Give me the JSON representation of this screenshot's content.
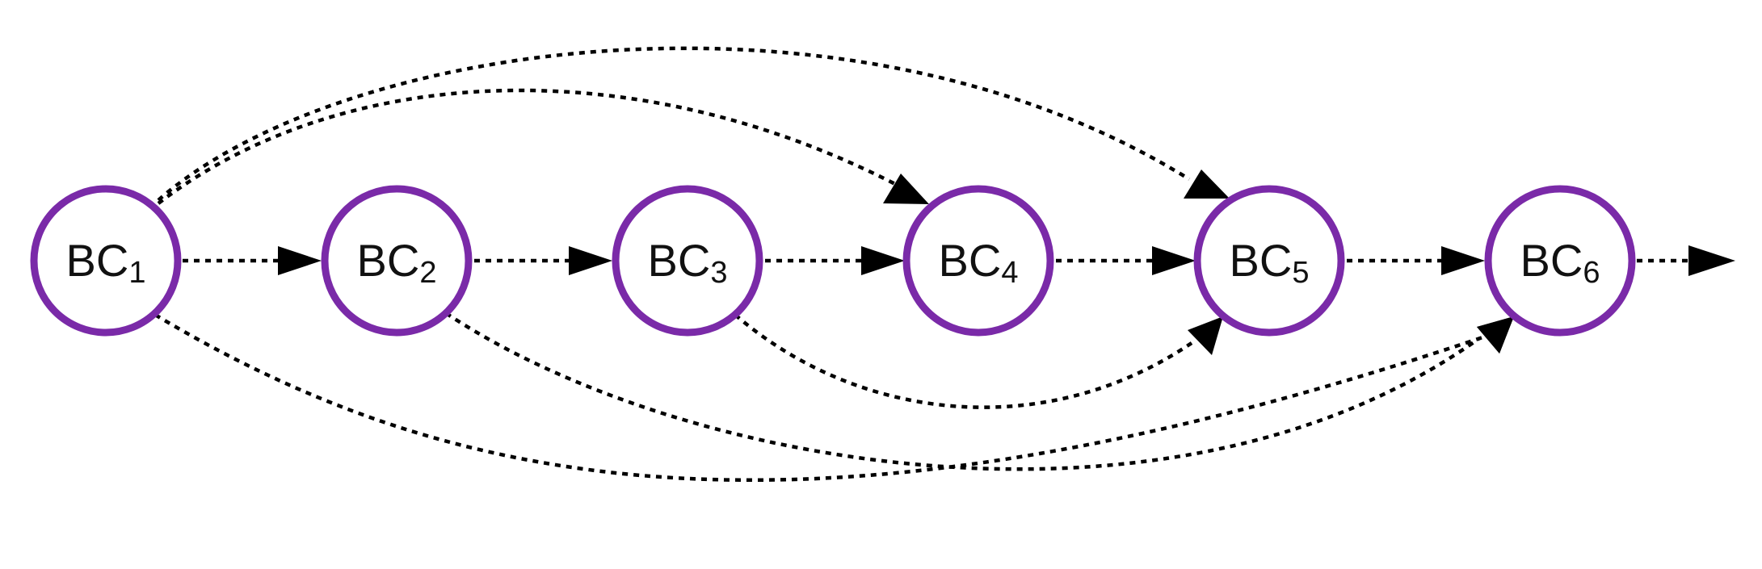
{
  "colors": {
    "node_stroke": "#7a2aa8",
    "edge": "#000000",
    "background": "#ffffff"
  },
  "nodes": [
    {
      "id": "BC1",
      "prefix": "BC",
      "sub": "1"
    },
    {
      "id": "BC2",
      "prefix": "BC",
      "sub": "2"
    },
    {
      "id": "BC3",
      "prefix": "BC",
      "sub": "3"
    },
    {
      "id": "BC4",
      "prefix": "BC",
      "sub": "4"
    },
    {
      "id": "BC5",
      "prefix": "BC",
      "sub": "5"
    },
    {
      "id": "BC6",
      "prefix": "BC",
      "sub": "6"
    }
  ],
  "edges": [
    {
      "from": "BC1",
      "to": "BC2"
    },
    {
      "from": "BC2",
      "to": "BC3"
    },
    {
      "from": "BC3",
      "to": "BC4"
    },
    {
      "from": "BC4",
      "to": "BC5"
    },
    {
      "from": "BC5",
      "to": "BC6"
    },
    {
      "from": "BC6",
      "to": ""
    },
    {
      "from": "BC1",
      "to": "BC4"
    },
    {
      "from": "BC1",
      "to": "BC5"
    },
    {
      "from": "BC3",
      "to": "BC5"
    },
    {
      "from": "BC2",
      "to": "BC6"
    },
    {
      "from": "BC1",
      "to": "BC6"
    }
  ]
}
